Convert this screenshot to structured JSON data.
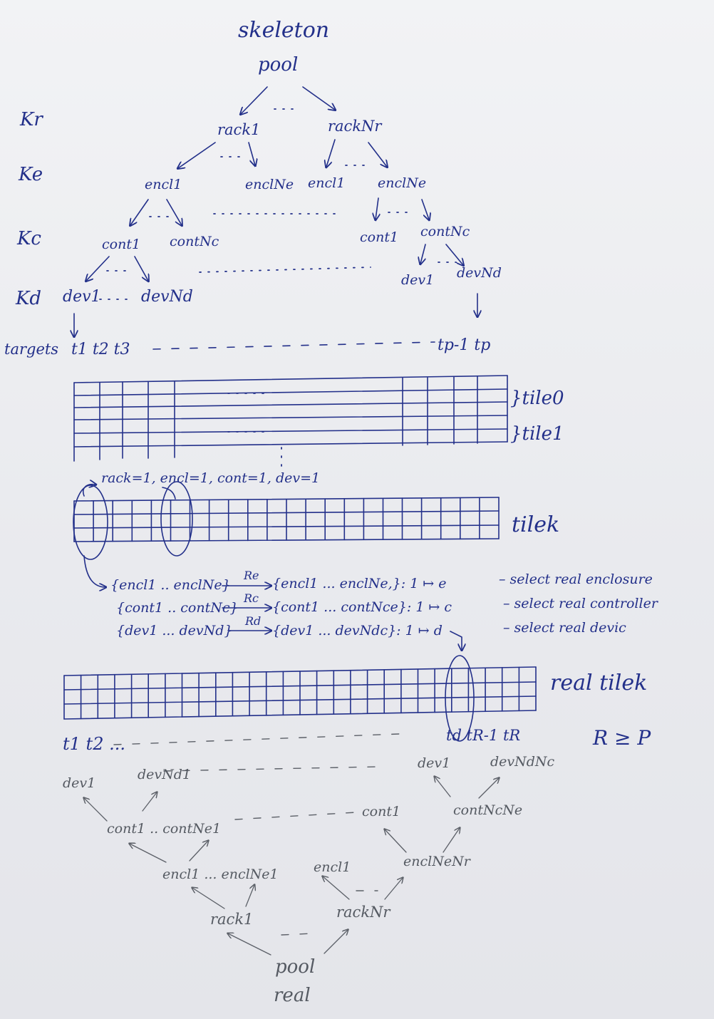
{
  "top_tree": {
    "title": "skeleton",
    "root": "pool",
    "level_labels": [
      "Kr",
      "Ke",
      "Kc",
      "Kd",
      "targets"
    ],
    "racks": [
      "rack1",
      "rackNr"
    ],
    "enclosures": [
      "encl1",
      "enclNe",
      "encl1",
      "enclNe"
    ],
    "controllers": [
      "cont1",
      "contNc",
      "cont1",
      "contNc"
    ],
    "devices": [
      "dev1",
      "devNd",
      "dev1",
      "devNd"
    ],
    "targets": [
      "t1 t2 t3",
      "tp-1 tp"
    ]
  },
  "tiles": {
    "labels": [
      "}tile0",
      "}tile1",
      "tilek"
    ],
    "annotation": "rack=1, encl=1, cont=1, dev=1"
  },
  "mappings": [
    {
      "from": "{encl1 .. enclNe}",
      "arrow": "Re",
      "to": "{encl1 ... enclNe,}: 1 ↦ e",
      "note": "– select real enclosure"
    },
    {
      "from": "{cont1 .. contNc}",
      "arrow": "Rc",
      "to": "{cont1 ... contNce}: 1 ↦ c",
      "note": "– select real controller"
    },
    {
      "from": "{dev1 ... devNd}",
      "arrow": "Rd",
      "to": "{dev1 ... devNdc}: 1 ↦ d",
      "note": "– select real devic"
    }
  ],
  "real_tile": {
    "label": "real tilek",
    "targets_left": "t1 t2 ...",
    "targets_right": "td tR-1 tR",
    "relation": "R ≥ P"
  },
  "bottom_tree": {
    "devices": [
      "dev1",
      "devNd1",
      "dev1",
      "devNdNc"
    ],
    "controllers": [
      "cont1 .. contNe1",
      "cont1",
      "contNcNe"
    ],
    "enclosures": [
      "encl1 ... enclNe1",
      "encl1",
      "enclNeNr"
    ],
    "racks": [
      "rack1",
      "rackNr"
    ],
    "root": "pool",
    "title": "real"
  }
}
